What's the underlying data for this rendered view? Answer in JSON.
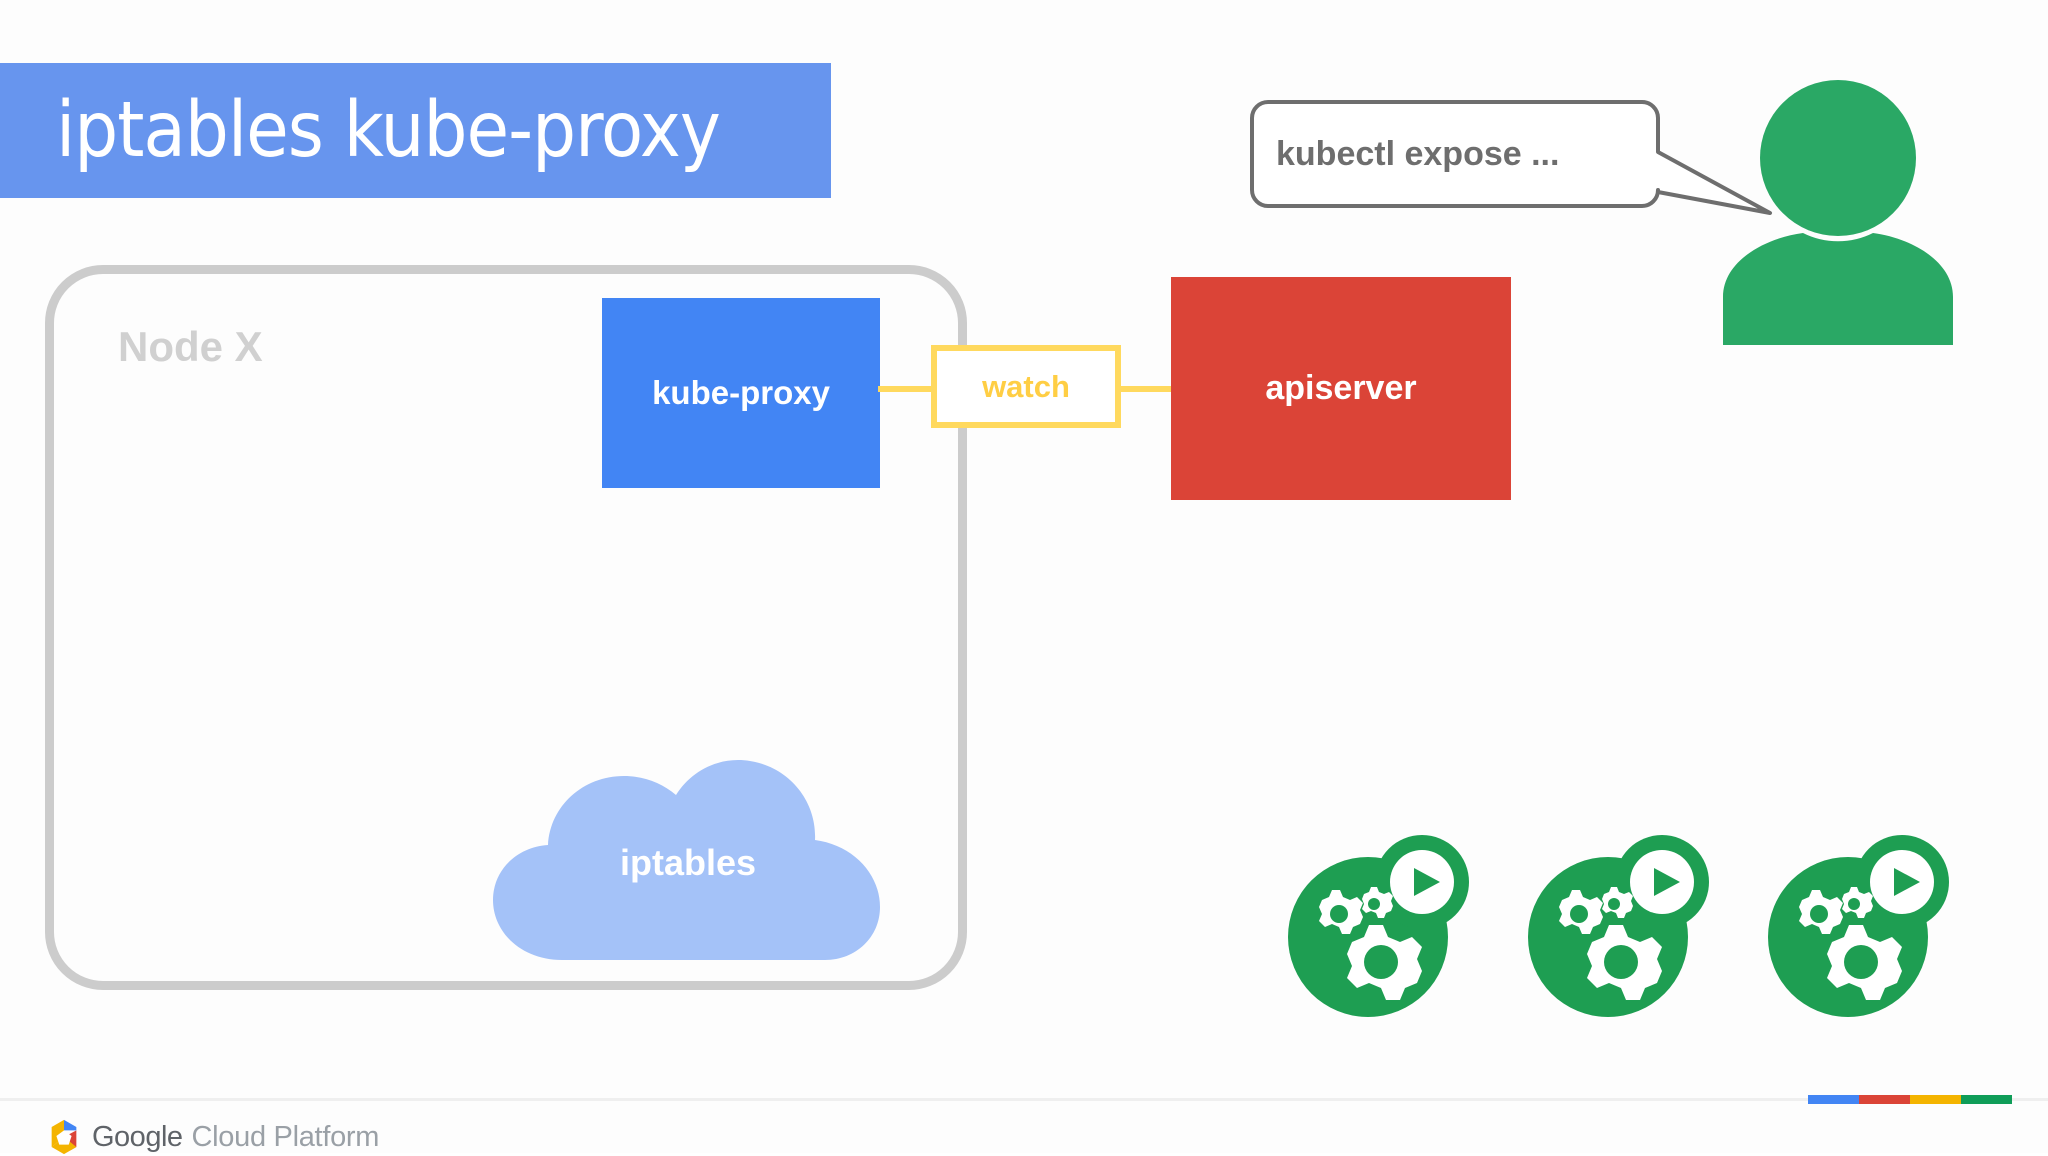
{
  "slide": {
    "title": "iptables kube-proxy",
    "background_color": "#fdfdfd",
    "title_banner_color": "#6795ee",
    "title_text_color": "#ffffff"
  },
  "node": {
    "label": "Node X",
    "border_color": "#cccccc",
    "label_color": "#d0d0d0"
  },
  "components": {
    "kube_proxy": {
      "label": "kube-proxy",
      "color": "#4285f4",
      "text_color": "#ffffff"
    },
    "apiserver": {
      "label": "apiserver",
      "color": "#db4437",
      "text_color": "#ffffff"
    },
    "iptables": {
      "label": "iptables",
      "color": "#a4c2f8",
      "text_color": "#ffffff",
      "shape": "cloud"
    }
  },
  "connector": {
    "label": "watch",
    "line_color": "#ffd95e",
    "border_color": "#ffd95e",
    "text_color": "#ffce44",
    "fill_color": "#ffffff"
  },
  "speech_bubble": {
    "text": "kubectl expose ...",
    "text_color": "#6e6e6e",
    "border_color": "#6e6e6e",
    "fill_color": "#ffffff"
  },
  "person": {
    "icon": "user-avatar-icon",
    "color": "#2aa865"
  },
  "pods": [
    {
      "icon": "pod-gears-play-icon",
      "color": "#1e9e52"
    },
    {
      "icon": "pod-gears-play-icon",
      "color": "#1e9e52"
    },
    {
      "icon": "pod-gears-play-icon",
      "color": "#1e9e52"
    }
  ],
  "footer": {
    "logo_icon": "google-cloud-platform-hexagon-icon",
    "brand_primary": "Google",
    "brand_secondary": "Cloud Platform",
    "rule_color": "#efefef",
    "bar_colors": [
      "#4285f4",
      "#db4437",
      "#f4b400",
      "#0f9d58"
    ]
  }
}
